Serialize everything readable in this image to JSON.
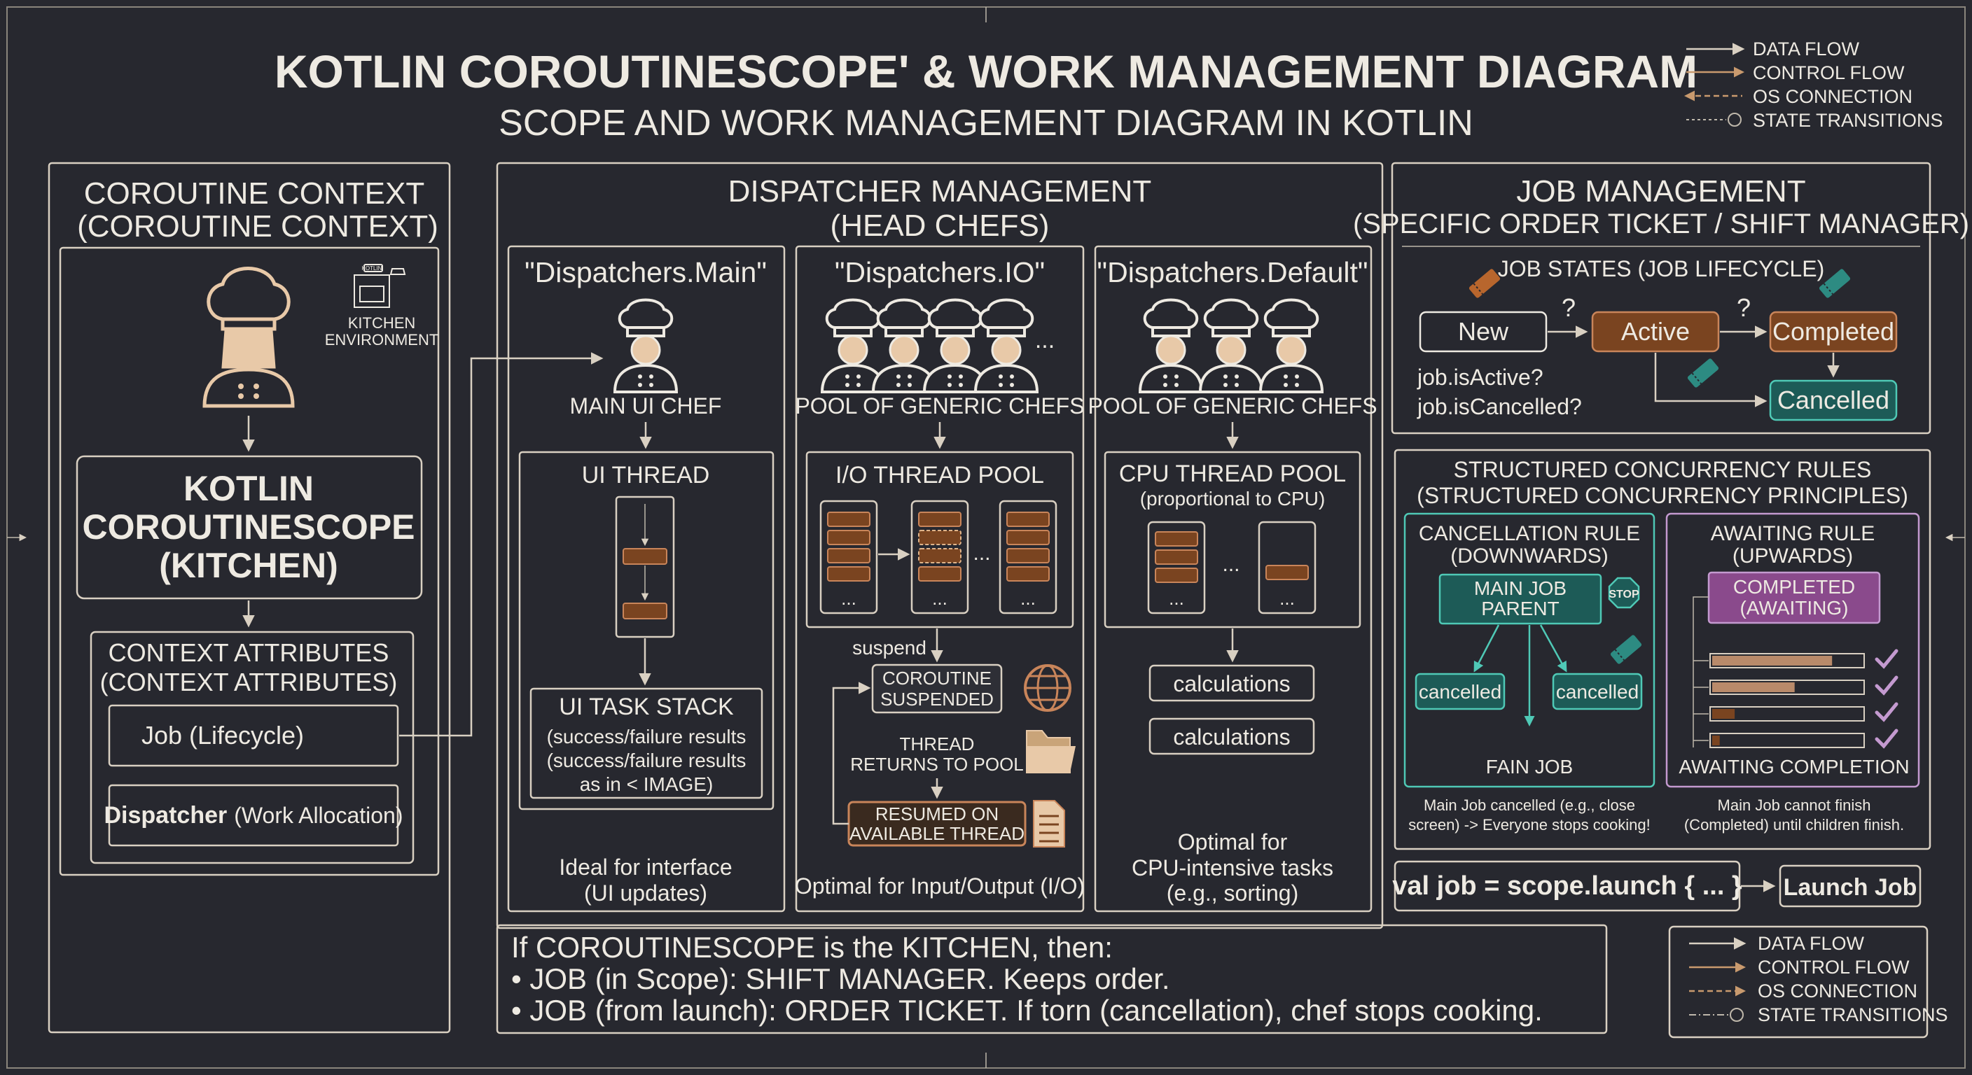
{
  "header": {
    "title": "KOTLIN COROUTINESCOPE' & WORK MANAGEMENT DIAGRAM",
    "subtitle": "SCOPE AND WORK MANAGEMENT DIAGRAM IN KOTLIN"
  },
  "legend": {
    "data_flow": "DATA FLOW",
    "control_flow": "CONTROL FLOW",
    "os_connection": "OS CONNECTION",
    "state_transitions": "STATE TRANSITIONS"
  },
  "context_panel": {
    "title_1": "COROUTINE CONTEXT",
    "title_2": "(COROUTINE CONTEXT)",
    "kitchen_env_1": "KITCHEN",
    "kitchen_env_2": "ENVIRONMENT",
    "sign_text": "KOTLIN",
    "scope_1": "KOTLIN",
    "scope_2": "COROUTINESCOPE",
    "scope_3": "(KITCHEN)",
    "attrs_1": "CONTEXT ATTRIBUTES",
    "attrs_2": "(CONTEXT ATTRIBUTES)",
    "job_attr": "Job (Lifecycle)",
    "dispatcher_attr_main": "Dispatcher",
    "dispatcher_attr_sub": "(Work Allocation)"
  },
  "dispatcher_panel": {
    "title_1": "DISPATCHER MANAGEMENT",
    "title_2": "(HEAD CHEFS)",
    "main": {
      "title": "\"Dispatchers.Main\"",
      "chef_label": "MAIN UI CHEF",
      "thread_label": "UI THREAD",
      "stack_title": "UI TASK STACK",
      "stack_line_1": "(success/failure results",
      "stack_line_2": "(success/failure results",
      "stack_line_3": "as in < IMAGE)",
      "ideal_1": "Ideal for interface",
      "ideal_2": "(UI updates)"
    },
    "io": {
      "title": "\"Dispatchers.IO\"",
      "chef_label": "POOL OF GENERIC CHEFS",
      "pool_label": "I/O THREAD POOL",
      "suspend": "suspend",
      "suspended_1": "COROUTINE",
      "suspended_2": "SUSPENDED",
      "returns_1": "THREAD",
      "returns_2": "RETURNS TO POOL",
      "resumed_1": "RESUMED ON",
      "resumed_2": "AVAILABLE THREAD",
      "optimal": "Optimal for Input/Output (I/O)",
      "dots": "...",
      "chef_dots": "..."
    },
    "default": {
      "title": "\"Dispatchers.Default\"",
      "chef_label": "POOL OF GENERIC CHEFS",
      "pool_label": "CPU THREAD POOL",
      "pool_sub": "(proportional to CPU)",
      "calc_1": "calculations",
      "calc_2": "calculations",
      "optimal_1": "Optimal for",
      "optimal_2": "CPU-intensive tasks",
      "optimal_3": "(e.g., sorting)",
      "dots": "..."
    }
  },
  "job_panel": {
    "title_1": "JOB MANAGEMENT",
    "title_2": "(SPECIFIC ORDER TICKET / SHIFT MANAGER)",
    "states_title": "JOB STATES (JOB LIFECYCLE)",
    "state_new": "New",
    "state_active": "Active",
    "state_completed": "Completed",
    "state_cancelled": "Cancelled",
    "q_mark_1": "?",
    "q_mark_2": "?",
    "is_active": "job.isActive?",
    "is_cancelled": "job.isCancelled?"
  },
  "concurrency_panel": {
    "title_1": "STRUCTURED CONCURRENCY RULES",
    "title_2": "(STRUCTURED CONCURRENCY PRINCIPLES)",
    "cancel_rule_1": "CANCELLATION RULE",
    "cancel_rule_2": "(DOWNWARDS)",
    "main_job_1": "MAIN JOB",
    "main_job_2": "PARENT",
    "stop": "STOP",
    "cancelled_left": "cancelled",
    "cancelled_right": "cancelled",
    "fain_job": "FAIN JOB",
    "cancel_note_1": "Main Job cancelled (e.g., close",
    "cancel_note_2": "screen) -> Everyone stops cooking!",
    "await_rule_1": "AWAITING RULE",
    "await_rule_2": "(UPWARDS)",
    "completed_1": "COMPLETED",
    "completed_2": "(AWAITING)",
    "await_completion": "AWAITING COMPLETION",
    "await_note_1": "Main Job cannot finish",
    "await_note_2": "(Completed) until children finish.",
    "progress": [
      0.8,
      0.55,
      0.15,
      0.05
    ]
  },
  "launch": {
    "code": "val job = scope.launch { ... }",
    "button": "Launch Job"
  },
  "footer": {
    "line_1": "If COROUTINESCOPE is the KITCHEN, then:",
    "line_2": "• JOB (in Scope): SHIFT MANAGER. Keeps order.",
    "line_3": "• JOB (from launch): ORDER TICKET. If torn (cancellation), chef stops cooking."
  },
  "colors": {
    "background": "#27282f",
    "line": "#d9d0c2",
    "brown": "#7a4420",
    "orange": "#b8662d",
    "teal": "#1d5b57",
    "teal_stroke": "#4fc9b6",
    "purple": "#8a4a8c",
    "purple_stroke": "#c49ad0",
    "check": "#c49ad0"
  }
}
